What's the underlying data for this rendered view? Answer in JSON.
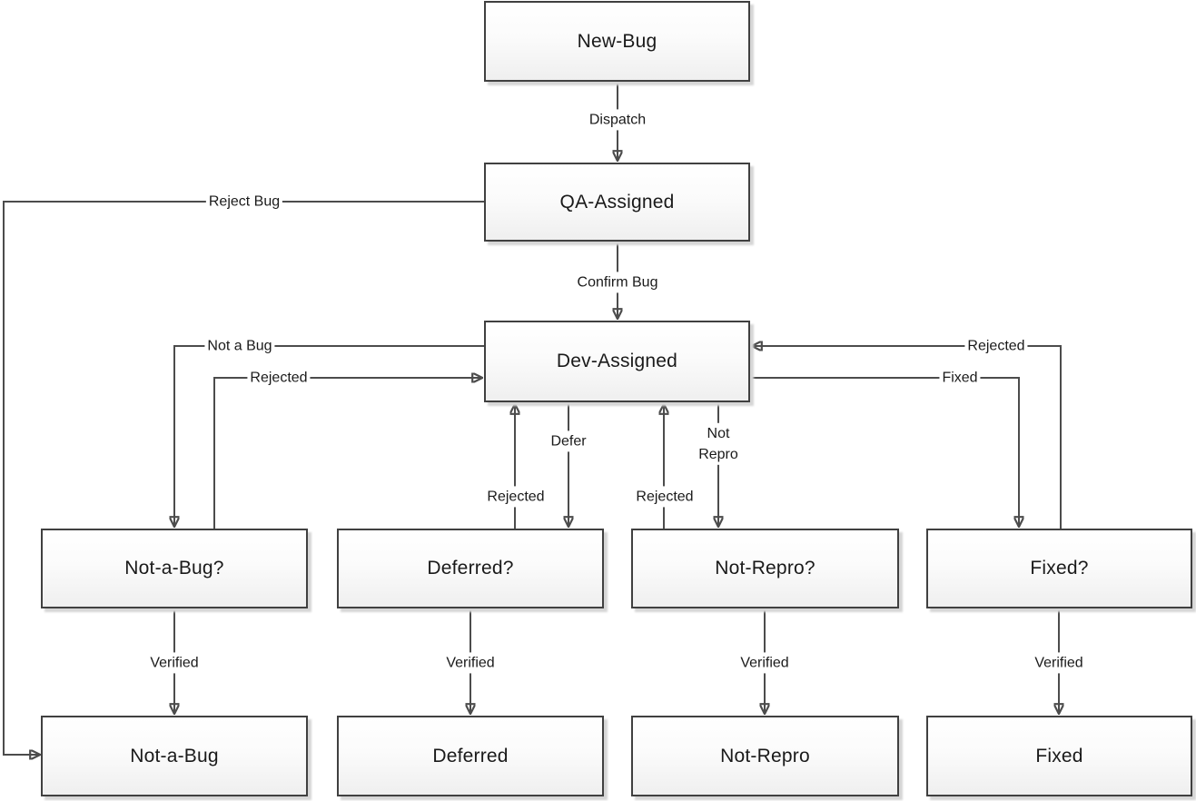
{
  "diagram": {
    "type": "flowchart",
    "colors": {
      "line": "#4c4c4c",
      "node_border": "#404040",
      "node_fill_top": "#ffffff",
      "node_fill_bottom": "#efefef",
      "node_shadow": "#d6d6d6",
      "text": "#1a1a1a",
      "background": "#ffffff"
    },
    "nodes": [
      {
        "id": "new-bug",
        "label": "New-Bug"
      },
      {
        "id": "qa-assigned",
        "label": "QA-Assigned"
      },
      {
        "id": "dev-assigned",
        "label": "Dev-Assigned"
      },
      {
        "id": "not-a-bug-q",
        "label": "Not-a-Bug?"
      },
      {
        "id": "deferred-q",
        "label": "Deferred?"
      },
      {
        "id": "not-repro-q",
        "label": "Not-Repro?"
      },
      {
        "id": "fixed-q",
        "label": "Fixed?"
      },
      {
        "id": "not-a-bug",
        "label": "Not-a-Bug"
      },
      {
        "id": "deferred",
        "label": "Deferred"
      },
      {
        "id": "not-repro",
        "label": "Not-Repro"
      },
      {
        "id": "fixed",
        "label": "Fixed"
      }
    ],
    "edges": [
      {
        "from": "New-Bug",
        "to": "QA-Assigned",
        "label": "Dispatch"
      },
      {
        "from": "QA-Assigned",
        "to": "Not-a-Bug",
        "label": "Reject Bug"
      },
      {
        "from": "QA-Assigned",
        "to": "Dev-Assigned",
        "label": "Confirm Bug"
      },
      {
        "from": "Dev-Assigned",
        "to": "Not-a-Bug?",
        "label": "Not a Bug"
      },
      {
        "from": "Not-a-Bug?",
        "to": "Dev-Assigned",
        "label": "Rejected"
      },
      {
        "from": "Dev-Assigned",
        "to": "Deferred?",
        "label": "Defer"
      },
      {
        "from": "Deferred?",
        "to": "Dev-Assigned",
        "label": "Rejected"
      },
      {
        "from": "Dev-Assigned",
        "to": "Not-Repro?",
        "label": "Not Repro"
      },
      {
        "from": "Not-Repro?",
        "to": "Dev-Assigned",
        "label": "Rejected"
      },
      {
        "from": "Dev-Assigned",
        "to": "Fixed?",
        "label": "Fixed"
      },
      {
        "from": "Fixed?",
        "to": "Dev-Assigned",
        "label": "Rejected"
      },
      {
        "from": "Not-a-Bug?",
        "to": "Not-a-Bug",
        "label": "Verified"
      },
      {
        "from": "Deferred?",
        "to": "Deferred",
        "label": "Verified"
      },
      {
        "from": "Not-Repro?",
        "to": "Not-Repro",
        "label": "Verified"
      },
      {
        "from": "Fixed?",
        "to": "Fixed",
        "label": "Verified"
      }
    ]
  }
}
